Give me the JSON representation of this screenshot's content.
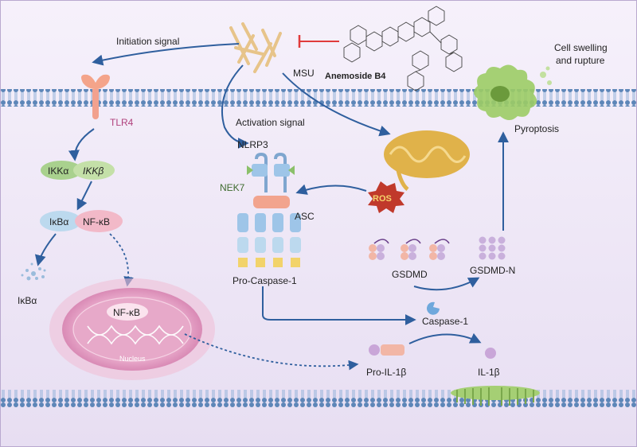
{
  "labels": {
    "initiation_signal": "Initiation signal",
    "activation_signal": "Activation signal",
    "msu": "MSU",
    "anemoside": "Anemoside B4",
    "tlr4": "TLR4",
    "ikka": "IKKα",
    "ikkb": "IKKβ",
    "ikba": "IκBα",
    "nfkb": "NF-κB",
    "ikba_free": "IκBα",
    "nucleus_nfkb": "NF-κB",
    "nucleus": "Nucleus",
    "nlrp3": "NLRP3",
    "nek7": "NEK7",
    "asc": "ASC",
    "pro_caspase": "Pro-Caspase-1",
    "ros": "ROS",
    "gsdmd": "GSDMD",
    "gsdmd_n": "GSDMD-N",
    "caspase": "Caspase-1",
    "pro_il": "Pro-IL-1β",
    "il": "IL-1β",
    "pyroptosis": "Pyroptosis",
    "cell_swelling_1": "Cell swelling",
    "cell_swelling_2": "and rupture"
  },
  "colors": {
    "background_top": "#f4effa",
    "background_bottom": "#e9e0f3",
    "membrane": "#5d86b8",
    "arrow": "#2f5f9e",
    "inhibit": "#e03b3b",
    "tlr4_label": "#b0417c",
    "nek7_label": "#3f6b2f",
    "ros": "#c0392b",
    "nucleus": "#e2a0c4",
    "ikk": "#a9d18e",
    "ikba": "#bcd9ee",
    "nfkb": "#f2b9c8",
    "cell": "#9ccc65",
    "mito": "#e0b24a"
  }
}
